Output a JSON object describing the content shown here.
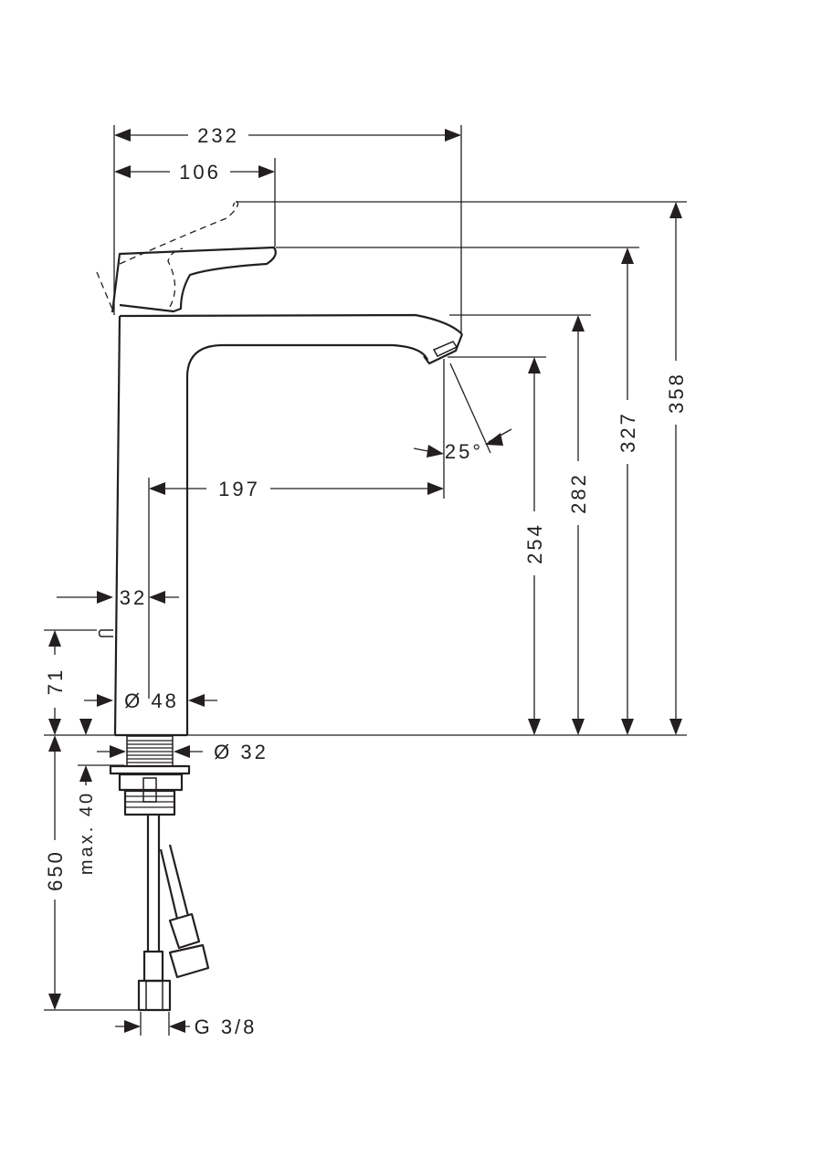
{
  "drawing": {
    "dimensions": {
      "total_width": "232",
      "handle_offset": "106",
      "height_max": "358",
      "height_handle": "327",
      "height_spout": "282",
      "height_outlet": "254",
      "spout_projection": "197",
      "spray_angle": "25°",
      "popup_offset": "32",
      "body_diameter": "Ø 48",
      "thread_diameter": "Ø 32",
      "popup_height": "71",
      "hose_length": "650",
      "max_deck_thickness": "max. 40",
      "connection_thread": "G 3/8"
    }
  }
}
